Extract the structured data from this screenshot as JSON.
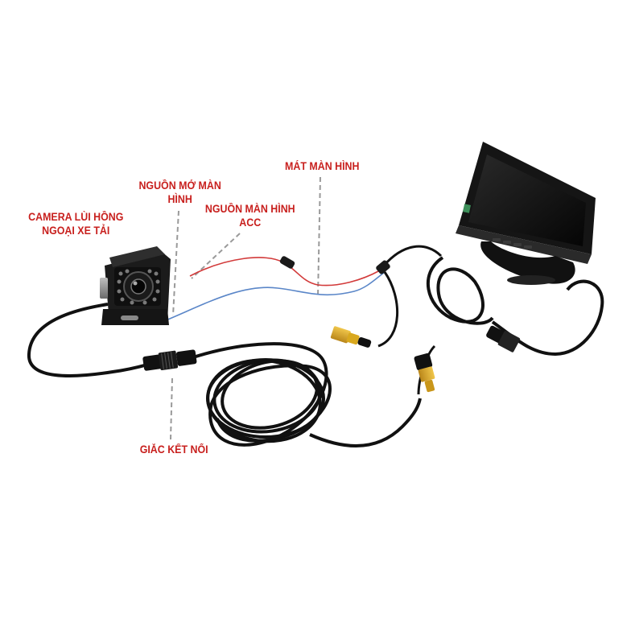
{
  "labels": {
    "camera": {
      "line1": "CAMERA LÙI HỒNG",
      "line2": "NGOẠI XE TẢI"
    },
    "power_on": {
      "line1": "NGUỒN MỞ MÀN",
      "line2": "HÌNH"
    },
    "acc": {
      "line1": "NGUỒN MÀN HÌNH",
      "line2": "ACC"
    },
    "ground": {
      "line1": "MÁT MÀN HÌNH"
    },
    "connector": {
      "line1": "GIẮC KẾT NỐI"
    }
  },
  "colors": {
    "label_red": "#c8201e",
    "cable_black": "#111111",
    "wire_red": "#d23a3a",
    "wire_blue": "#5a86c8",
    "rca_yellow": "#d9a81e",
    "leader_gray": "#9a9a9a"
  }
}
